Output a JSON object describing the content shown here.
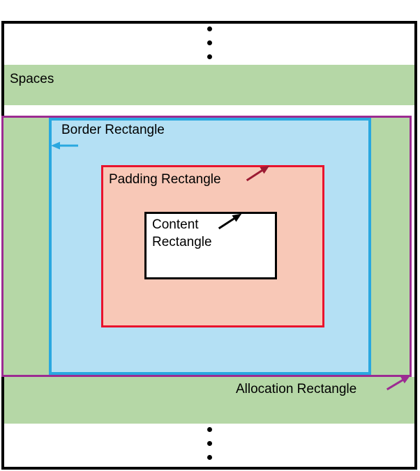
{
  "diagram": {
    "labels": {
      "spaces": "Spaces",
      "border": "Border Rectangle",
      "padding": "Padding Rectangle",
      "content": "Content\nRectangle",
      "allocation": "Allocation Rectangle"
    },
    "colors": {
      "frame_black": "#000000",
      "band_green": "#b5d7a6",
      "border_blue": "#29a8e0",
      "border_blue_fill": "#b4e0f4",
      "padding_red": "#e9132d",
      "padding_red_fill": "#f8c8b7",
      "allocation_purple": "#9c2b92",
      "arrow_dark_red": "#9c1b33",
      "background_white": "#ffffff"
    },
    "icons": {
      "top_ellipsis": "vertical-ellipsis",
      "bottom_ellipsis": "vertical-ellipsis",
      "border_arrow": "arrow-left",
      "padding_arrow": "arrow-up-right",
      "content_arrow": "arrow-up-right",
      "allocation_arrow": "arrow-up-right"
    }
  }
}
